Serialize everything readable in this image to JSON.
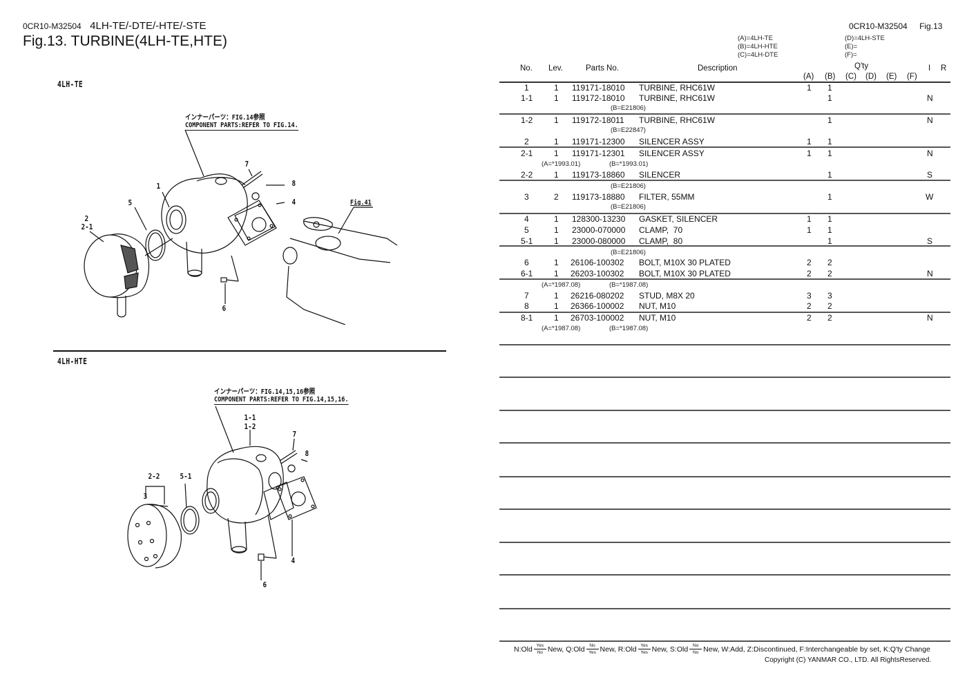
{
  "header": {
    "doc_code": "0CR10-M32504",
    "models": "4LH-TE/-DTE/-HTE/-STE",
    "figure_title": "Fig.13.  TURBINE(4LH-TE,HTE)",
    "right_doc_code": "0CR10-M32504",
    "right_fig": "Fig.13"
  },
  "model_legend": {
    "A": "(A)=4LH-TE",
    "B": "(B)=4LH-HTE",
    "C": "(C)=4LH-DTE",
    "D": "(D)=4LH-STE",
    "E": "(E)=",
    "F": "(F)="
  },
  "diagrams": [
    {
      "label": "4LH-TE",
      "callout_jp": "インナーパーツ：FIG.14参照",
      "callout_en": "COMPONENT PARTS:REFER TO FIG.14.",
      "ref_fig": "Fig.41",
      "part_labels": [
        "1",
        "2",
        "2-1",
        "4",
        "5",
        "6",
        "7",
        "8"
      ]
    },
    {
      "label": "4LH-HTE",
      "callout_jp": "インナーパーツ：FIG.14,15,16参照",
      "callout_en": "COMPONENT PARTS:REFER TO FIG.14,15,16.",
      "part_labels": [
        "1-1",
        "1-2",
        "2-2",
        "3",
        "4",
        "5-1",
        "6",
        "7",
        "8"
      ]
    }
  ],
  "table": {
    "columns": {
      "no": "No.",
      "lev": "Lev.",
      "parts_no": "Parts No.",
      "description": "Description",
      "qty": "Q'ty",
      "qty_a": "(A)",
      "qty_b": "(B)",
      "qty_c": "(C)",
      "qty_d": "(D)",
      "qty_e": "(E)",
      "qty_f": "(F)",
      "i": "I",
      "r": "R"
    },
    "rows": [
      {
        "no": "1",
        "lev": "1",
        "parts_no": "119171-18010",
        "description": "TURBINE, RHC61W",
        "a": "1",
        "b": "1",
        "i": ""
      },
      {
        "no": "1-1",
        "lev": "1",
        "parts_no": "119172-18010",
        "description": "TURBINE, RHC61W",
        "a": "",
        "b": "1",
        "i": "N"
      },
      {
        "no": "1-2",
        "lev": "1",
        "parts_no": "119172-18011",
        "description": "TURBINE, RHC61W",
        "a": "",
        "b": "1",
        "i": "N"
      },
      {
        "no": "2",
        "lev": "1",
        "parts_no": "119171-12300",
        "description": "SILENCER ASSY",
        "a": "1",
        "b": "1",
        "i": ""
      },
      {
        "no": "2-1",
        "lev": "1",
        "parts_no": "119171-12301",
        "description": "SILENCER ASSY",
        "a": "1",
        "b": "1",
        "i": "N"
      },
      {
        "no": "2-2",
        "lev": "1",
        "parts_no": "119173-18860",
        "description": "SILENCER",
        "a": "",
        "b": "1",
        "i": "S"
      },
      {
        "no": "3",
        "lev": "2",
        "parts_no": "119173-18880",
        "description": "FILTER, 55MM",
        "a": "",
        "b": "1",
        "i": "W"
      },
      {
        "no": "4",
        "lev": "1",
        "parts_no": "128300-13230",
        "description": "GASKET, SILENCER",
        "a": "1",
        "b": "1",
        "i": ""
      },
      {
        "no": "5",
        "lev": "1",
        "parts_no": "23000-070000",
        "description": "CLAMP,  70",
        "a": "1",
        "b": "1",
        "i": ""
      },
      {
        "no": "5-1",
        "lev": "1",
        "parts_no": "23000-080000",
        "description": "CLAMP,  80",
        "a": "",
        "b": "1",
        "i": "S"
      },
      {
        "no": "6",
        "lev": "1",
        "parts_no": "26106-100302",
        "description": "BOLT, M10X 30 PLATED",
        "a": "2",
        "b": "2",
        "i": ""
      },
      {
        "no": "6-1",
        "lev": "1",
        "parts_no": "26203-100302",
        "description": "BOLT, M10X 30 PLATED",
        "a": "2",
        "b": "2",
        "i": "N"
      },
      {
        "no": "7",
        "lev": "1",
        "parts_no": "26216-080202",
        "description": "STUD, M8X 20",
        "a": "3",
        "b": "3",
        "i": ""
      },
      {
        "no": "8",
        "lev": "1",
        "parts_no": "26366-100002",
        "description": "NUT, M10",
        "a": "2",
        "b": "2",
        "i": ""
      },
      {
        "no": "8-1",
        "lev": "1",
        "parts_no": "26703-100002",
        "description": "NUT, M10",
        "a": "2",
        "b": "2",
        "i": "N"
      }
    ],
    "notes": {
      "n1": "(B=E21806)",
      "n2": "(B=E22847)",
      "n3a": "(A=*1993.01)",
      "n3b": "(B=*1993.01)",
      "n4": "(B=E21806)",
      "n5": "(B=E21806)",
      "n6": "(B=E21806)",
      "n7a": "(A=*1987.08)",
      "n7b": "(B=*1987.08)",
      "n8a": "(A=*1987.08)",
      "n8b": "(B=*1987.08)"
    }
  },
  "footer": {
    "legend_n": "N:Old",
    "legend_q": "New, Q:Old",
    "legend_r": "New, R:Old",
    "legend_s": "New, S:Old",
    "legend_tail": "New, W:Add, Z:Discontinued, F:Interchangeable by set, K:Q'ty Change",
    "yes": "Yes",
    "no": "No",
    "copyright": "Copyright (C)  YANMAR CO., LTD. All RightsReserved."
  }
}
